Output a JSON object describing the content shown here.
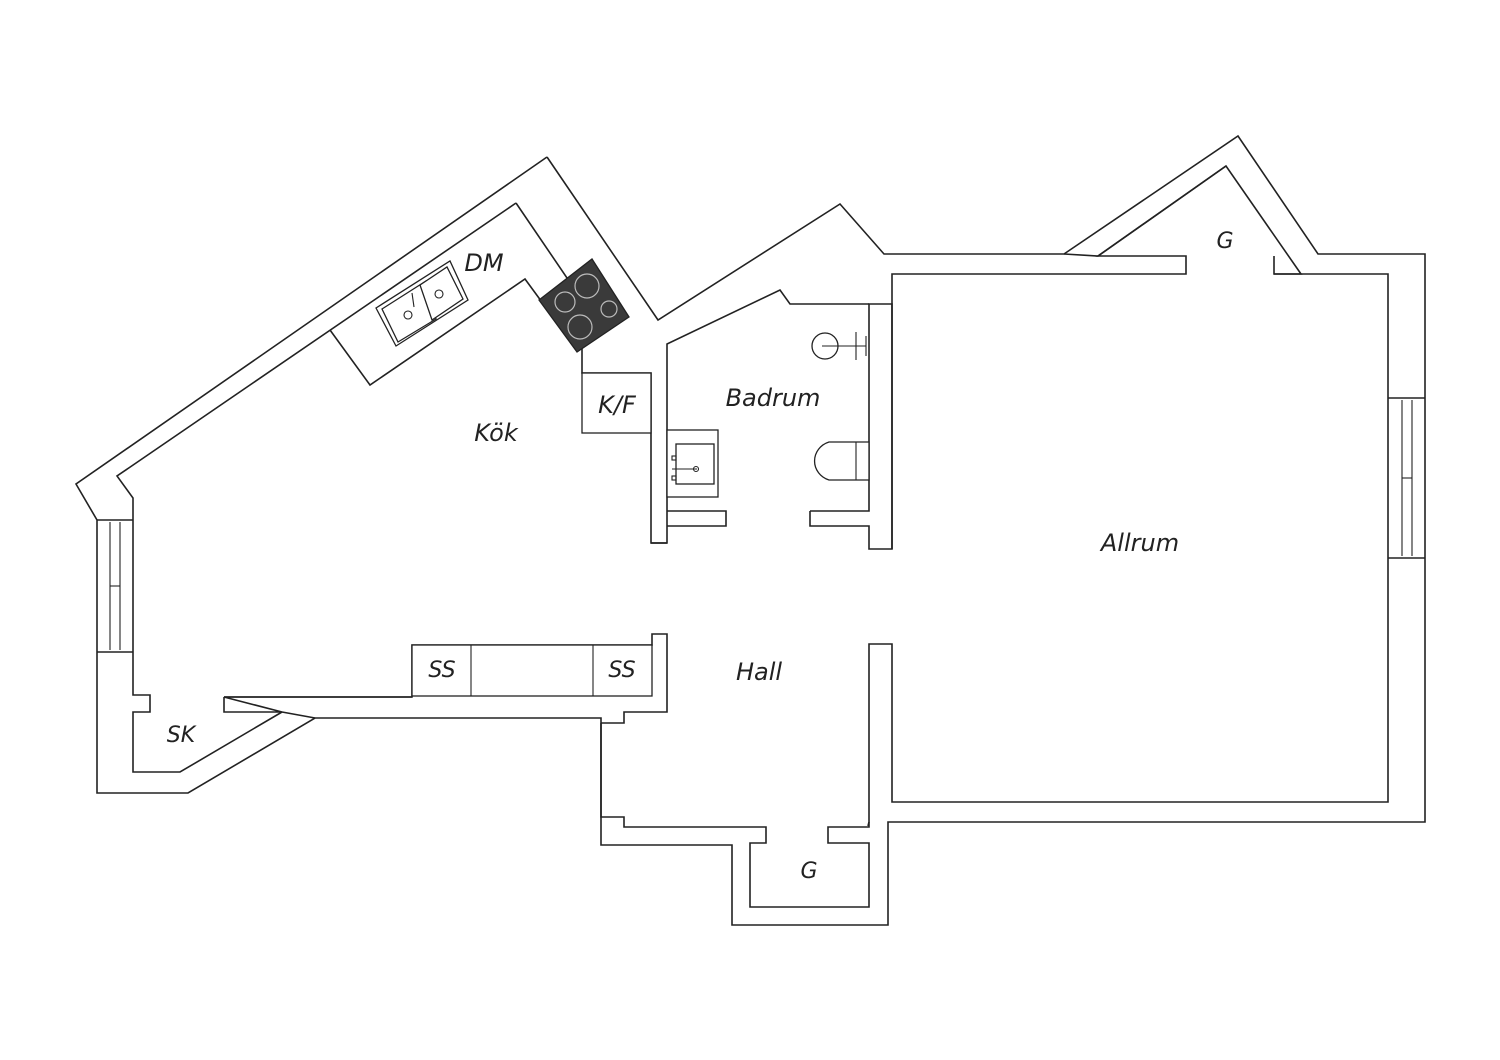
{
  "rooms": {
    "kok": "Kök",
    "badrum": "Badrum",
    "allrum": "Allrum",
    "hall": "Hall"
  },
  "fixtures": {
    "diskmaskin": "DM",
    "kyl_frys": "K/F",
    "garderob": "G",
    "stadskap": "SK",
    "skjutdorrsgarderob": "SS"
  },
  "colors": {
    "line": "#222222",
    "stove": "#3a3a3a",
    "background": "#ffffff"
  },
  "icons": {
    "stove": "stove-icon",
    "kitchen_sink": "kitchen-sink-icon",
    "bathroom_sink": "bathroom-sink-icon",
    "toilet": "toilet-icon",
    "shower": "shower-icon",
    "window": "window-icon"
  }
}
